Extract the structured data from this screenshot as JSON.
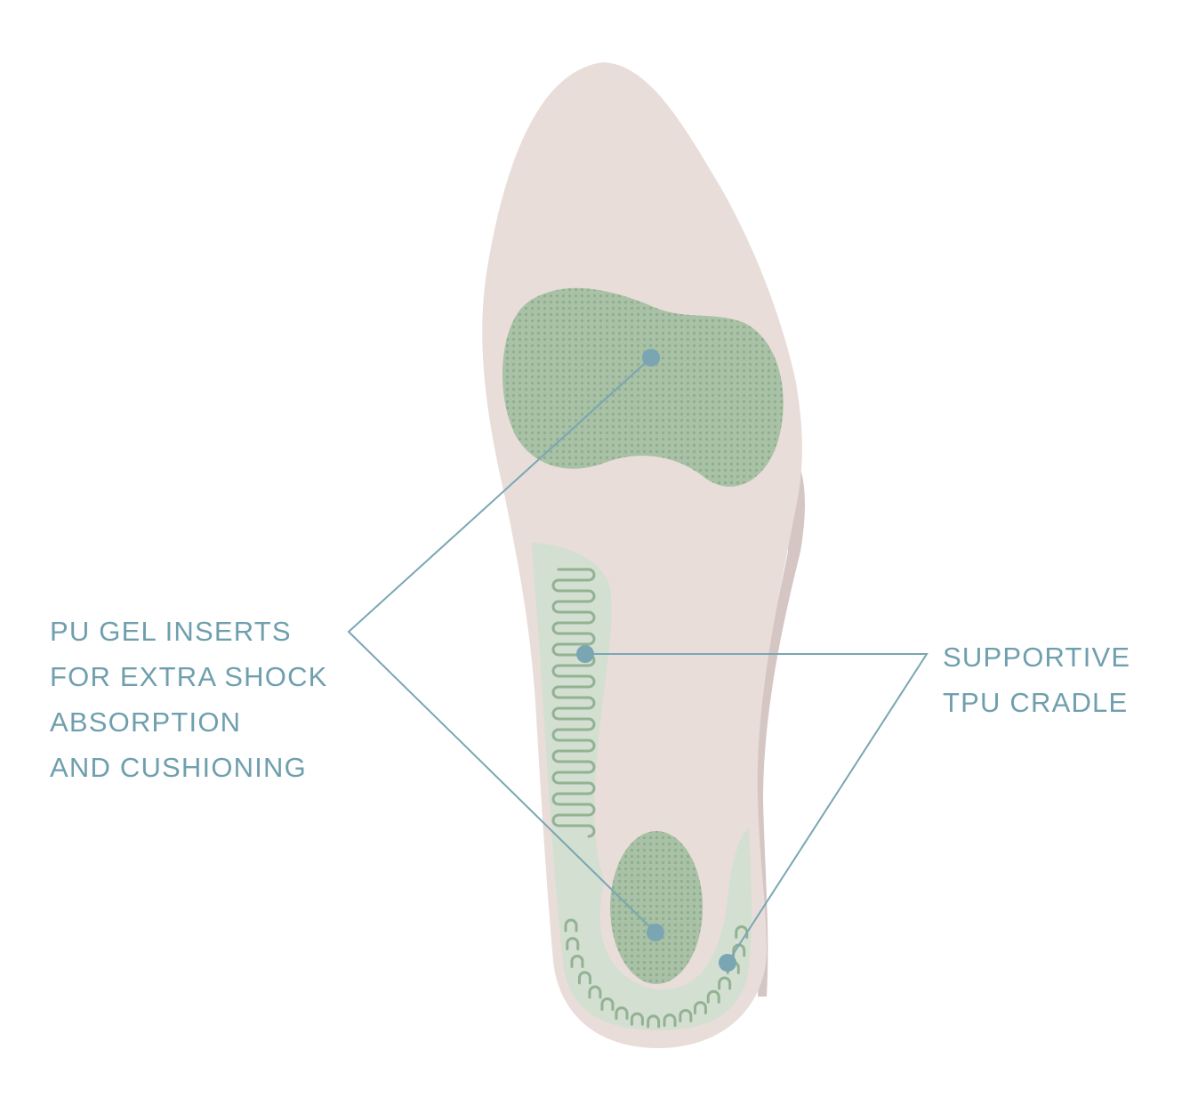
{
  "colors": {
    "insole": "#e8ddd9",
    "insole_side": "#d5c6c3",
    "gel": "#a9c1a6",
    "gel_dot": "#8faf8c",
    "cradle": "#d3dfd1",
    "cradle_line": "#93b293",
    "callout": "#7aa6b4",
    "label": "#6f9fae"
  },
  "icons": {
    "forefoot_gel": "dotted-gel-pad-icon",
    "heel_gel": "dotted-gel-pad-icon",
    "cradle": "wavy-tpu-cradle-icon"
  },
  "labels": {
    "gel_inserts": [
      "PU GEL INSERTS",
      "FOR EXTRA SHOCK",
      "ABSORPTION",
      "AND CUSHIONING"
    ],
    "tpu_cradle": [
      "SUPPORTIVE",
      "TPU CRADLE"
    ]
  }
}
